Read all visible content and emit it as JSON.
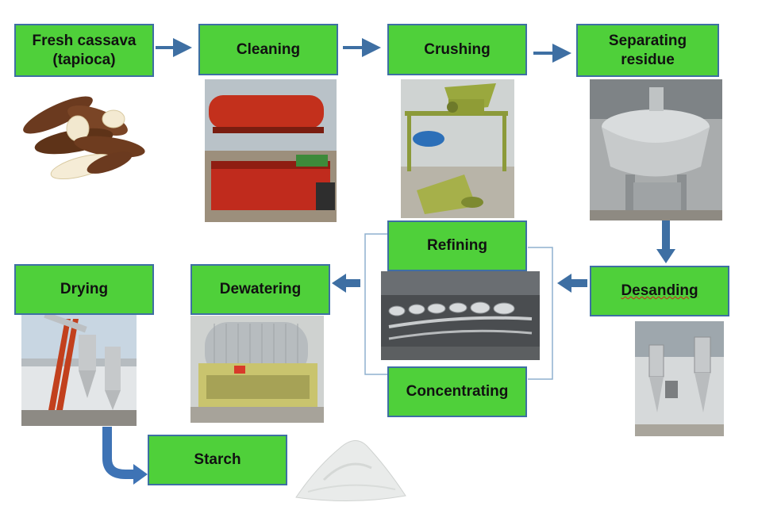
{
  "steps": {
    "fresh_cassava": "Fresh cassava\n(tapioca)",
    "cleaning": "Cleaning",
    "crushing": "Crushing",
    "separating_residue": "Separating\nresidue",
    "desanding": "Desanding",
    "refining": "Refining",
    "concentrating": "Concentrating",
    "dewatering": "Dewatering",
    "drying": "Drying",
    "starch": "Starch"
  },
  "colors": {
    "box_fill": "#4fd03a",
    "box_border": "#3e6fa3",
    "arrow": "#3e6fa3",
    "bracket": "#8fb0cf"
  }
}
